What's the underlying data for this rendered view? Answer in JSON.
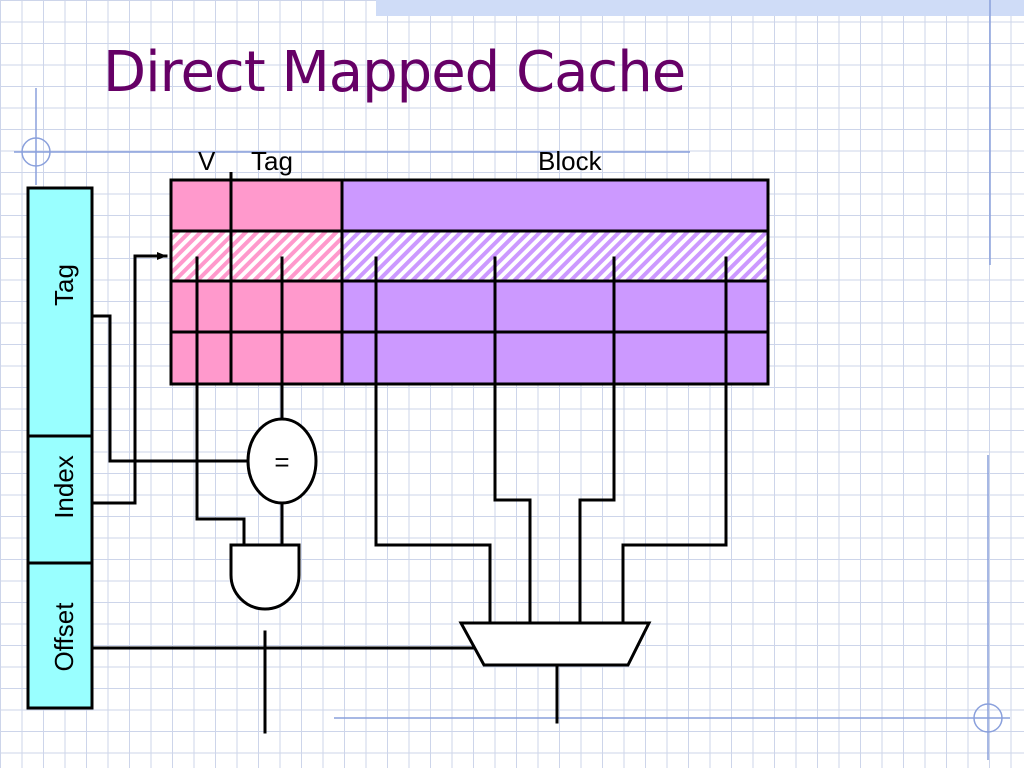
{
  "title": "Direct Mapped Cache",
  "cache": {
    "column_labels": {
      "valid": "V",
      "tag": "Tag",
      "block": "Block"
    },
    "rows": 4,
    "selected_row": 1
  },
  "address": {
    "fields": [
      "Tag",
      "Index",
      "Offset"
    ]
  },
  "comparator": {
    "symbol": "="
  },
  "colors": {
    "title": "#660066",
    "tag_column": "#ff99cc",
    "block_column": "#cc99ff",
    "address_fields": "#99ffff",
    "grid": "#cdd5ea",
    "accent_bar": "#cfdcf7"
  }
}
